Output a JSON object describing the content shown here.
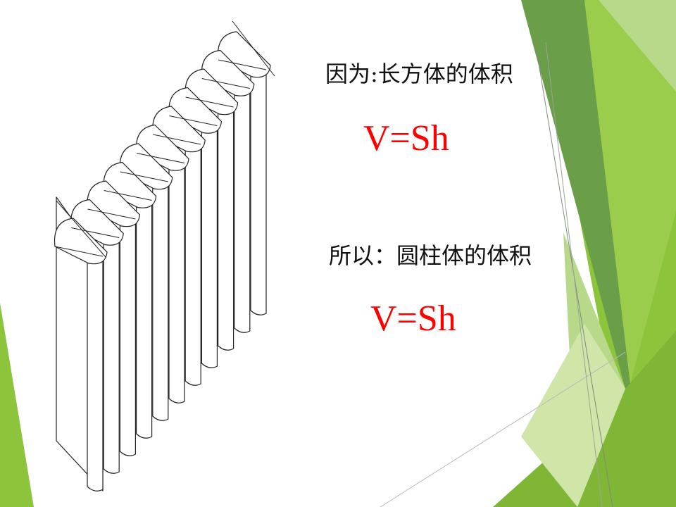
{
  "slide": {
    "statement_1": "因为:长方体的体积",
    "formula_1": "V=Sh",
    "statement_2": "所以：圆柱体的体积",
    "formula_2": "V=Sh"
  },
  "colors": {
    "formula": "#ff0000",
    "accent_green_dark": "#6a9e48",
    "accent_green": "#8cc43c",
    "accent_green_light": "#cfe6a8"
  }
}
